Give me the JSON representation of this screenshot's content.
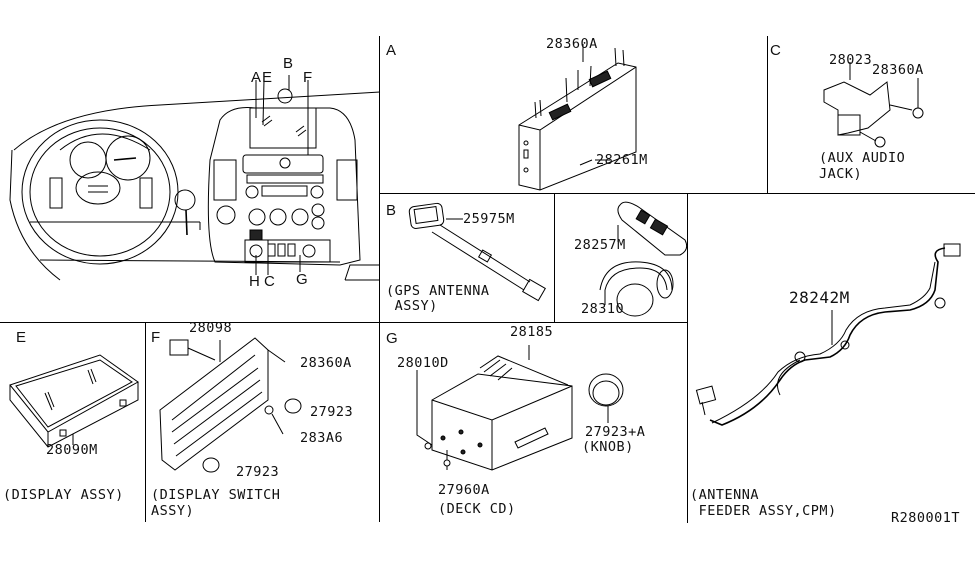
{
  "diagram": {
    "reference_code": "R280001T",
    "overview": {
      "callouts": {
        "A": "A",
        "E": "E",
        "B": "B",
        "F": "F",
        "H": "H",
        "C": "C",
        "G": "G"
      }
    },
    "panels": {
      "A": {
        "letter": "A",
        "parts": {
          "screw": "28360A",
          "unit": "28261M"
        }
      },
      "C": {
        "letter": "C",
        "parts": {
          "jack": "28023",
          "screw": "28360A"
        },
        "caption_line1": "(AUX AUDIO",
        "caption_line2": "JACK)"
      },
      "B": {
        "letter": "B",
        "parts": {
          "antenna": "25975M"
        },
        "caption_line1": "(GPS ANTENNA",
        "caption_line2": " ASSY)"
      },
      "remote": {
        "parts": {
          "remote": "28257M",
          "headphones": "28310"
        }
      },
      "feeder": {
        "parts": {
          "harness": "28242M"
        },
        "caption_line1": "(ANTENNA",
        "caption_line2": " FEEDER ASSY,CPM)"
      },
      "E": {
        "letter": "E",
        "parts": {
          "display": "28090M"
        },
        "caption": "(DISPLAY ASSY)"
      },
      "F": {
        "letter": "F",
        "parts": {
          "switch": "28098",
          "screw": "28360A",
          "knob_upper": "27923",
          "bulb": "283A6",
          "knob_lower": "27923"
        },
        "caption_line1": "(DISPLAY SWITCH",
        "caption_line2": "ASSY)"
      },
      "G": {
        "letter": "G",
        "parts": {
          "deck": "28185",
          "screw_upper": "28010D",
          "screw_lower": "27960A",
          "knob": "27923+A"
        },
        "knob_caption": "(KNOB)",
        "caption": "(DECK CD)"
      }
    }
  }
}
